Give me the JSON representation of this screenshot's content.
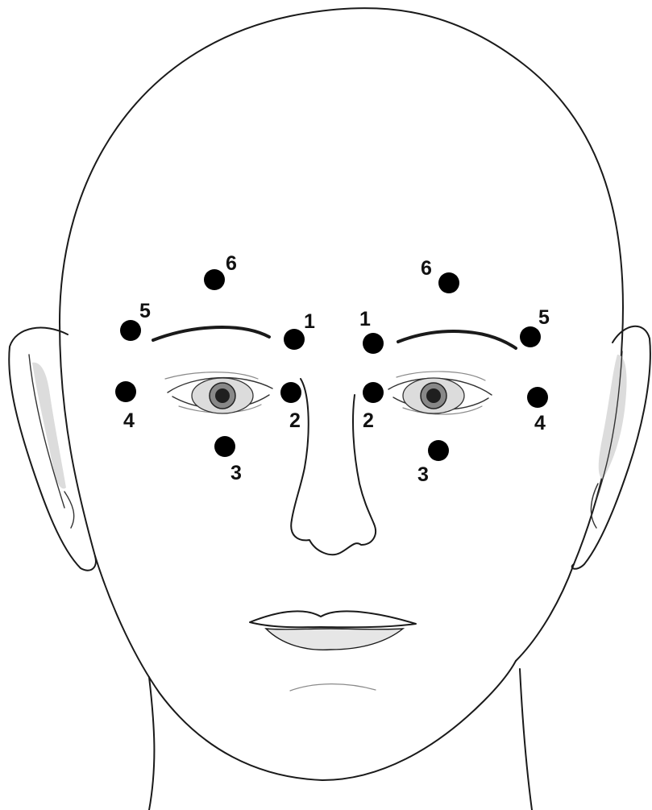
{
  "diagram": {
    "point_color": "#000000",
    "line_color": "#1a1a1a",
    "shade_color": "#dcdcdc",
    "points": [
      {
        "label": "1",
        "side": "right"
      },
      {
        "label": "2",
        "side": "right"
      },
      {
        "label": "3",
        "side": "right"
      },
      {
        "label": "4",
        "side": "right"
      },
      {
        "label": "5",
        "side": "right"
      },
      {
        "label": "6",
        "side": "right"
      },
      {
        "label": "1",
        "side": "left"
      },
      {
        "label": "2",
        "side": "left"
      },
      {
        "label": "3",
        "side": "left"
      },
      {
        "label": "4",
        "side": "left"
      },
      {
        "label": "5",
        "side": "left"
      },
      {
        "label": "6",
        "side": "left"
      }
    ]
  }
}
